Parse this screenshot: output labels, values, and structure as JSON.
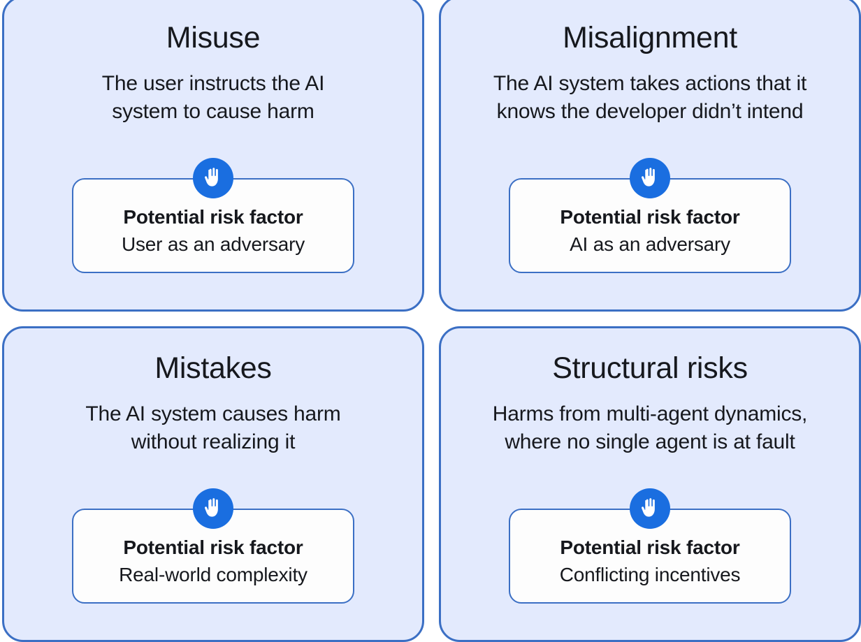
{
  "figure": {
    "layout": "2x2-grid",
    "colors": {
      "card_background": "#e3eafd",
      "card_border": "#3b6fc4",
      "inner_box_background": "#fdfdfd",
      "inner_box_border": "#3b6fc4",
      "icon_badge_background": "#1a6ee0",
      "icon_glyph": "#ffffff",
      "text": "#16181d"
    },
    "risk_factor_label": "Potential risk factor",
    "icon_name": "front-hand-icon"
  },
  "cards": [
    {
      "id": "misuse",
      "title": "Misuse",
      "description": "The user instructs the AI\nsystem to cause harm",
      "risk_label": "Potential risk factor",
      "risk_value": "User as an adversary",
      "icon": "front-hand-icon"
    },
    {
      "id": "misalignment",
      "title": "Misalignment",
      "description": "The AI system takes actions that it\nknows the developer didn’t intend",
      "risk_label": "Potential risk factor",
      "risk_value": "AI as an adversary",
      "icon": "front-hand-icon"
    },
    {
      "id": "mistakes",
      "title": "Mistakes",
      "description": "The AI system causes harm\nwithout realizing it",
      "risk_label": "Potential risk factor",
      "risk_value": "Real-world complexity",
      "icon": "front-hand-icon"
    },
    {
      "id": "structural-risks",
      "title": "Structural risks",
      "description": "Harms from multi-agent dynamics,\nwhere no single agent is at fault",
      "risk_label": "Potential risk factor",
      "risk_value": "Conflicting incentives",
      "icon": "front-hand-icon"
    }
  ]
}
